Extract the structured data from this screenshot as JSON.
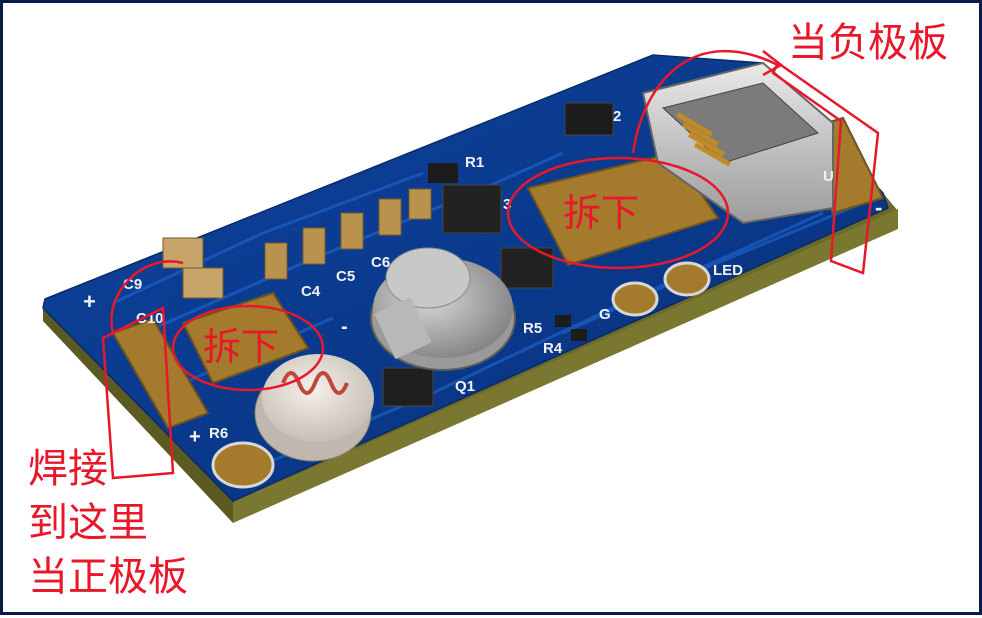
{
  "annotations": {
    "negative_plate": "当负极板",
    "remove_top": "拆下",
    "remove_left": "拆下",
    "solder_line1": "焊接",
    "solder_line2": "到这里",
    "solder_line3": "当正极板"
  },
  "silkscreen": {
    "c9": "C9",
    "c10": "C10",
    "c4": "C4",
    "c5": "C5",
    "c6": "C6",
    "r1": "R1",
    "r2": "2",
    "r3": "3",
    "r5": "R5",
    "r4": "R4",
    "r6": "R6",
    "q1": "Q1",
    "g": "G",
    "led": "LED",
    "plus": "+",
    "minus": "-",
    "board_minus": "-",
    "board_plus": "+",
    "u_label": "U"
  },
  "colors": {
    "annotation": "#e8182a",
    "pcb": "#0b3a8a",
    "pad": "#a47a2c",
    "edge": "#6b6a2a"
  }
}
